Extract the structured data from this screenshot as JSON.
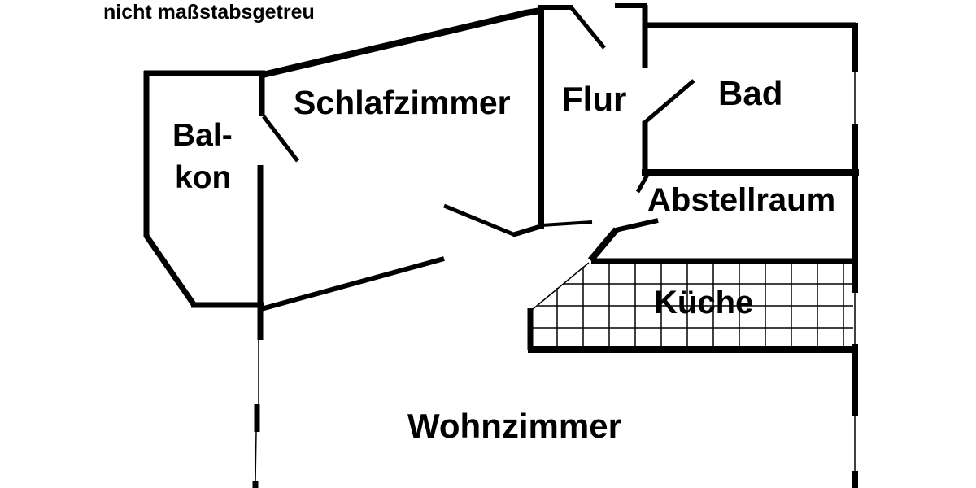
{
  "note": "nicht maßstabsgetreu",
  "rooms": {
    "balkon": {
      "line1": "Bal-",
      "line2": "kon"
    },
    "schlafzimmer": "Schlafzimmer",
    "flur": "Flur",
    "bad": "Bad",
    "abstellraum": "Abstellraum",
    "kueche": "Küche",
    "wohnzimmer": "Wohnzimmer"
  },
  "colors": {
    "line": "#000000",
    "background": "#ffffff"
  }
}
